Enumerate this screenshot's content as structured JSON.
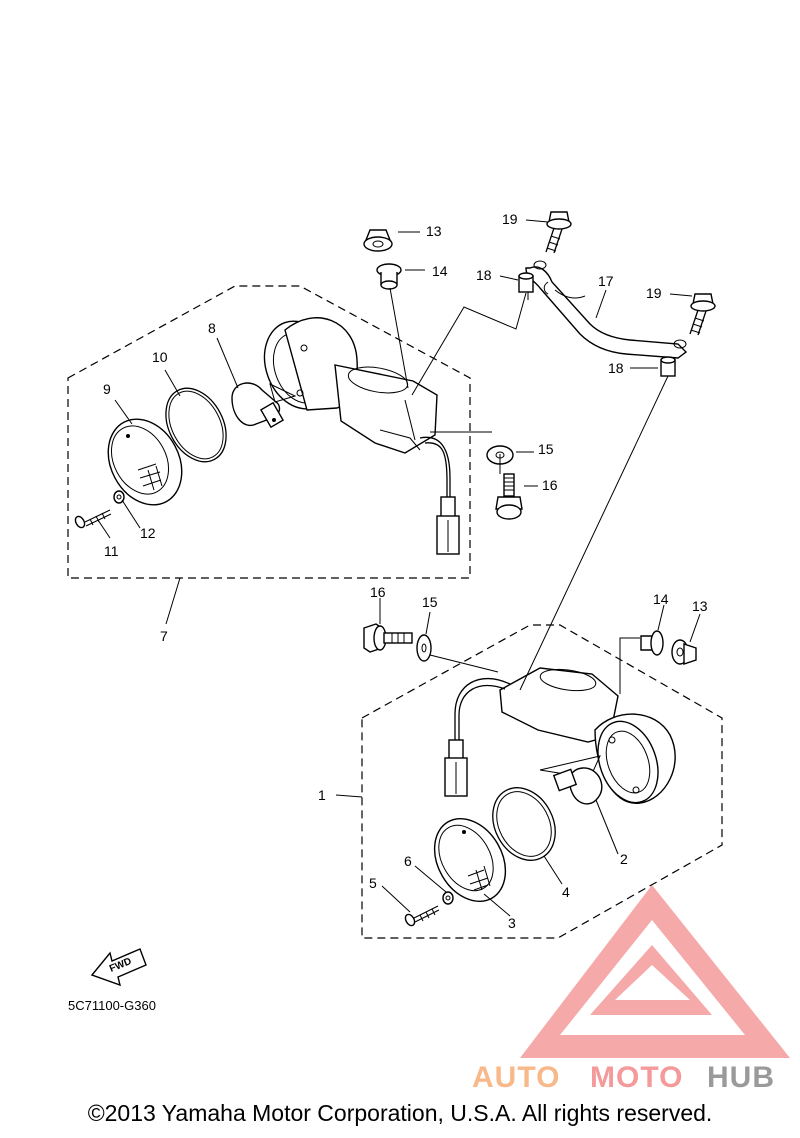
{
  "diagram": {
    "code": "5C71100-G360",
    "fwd_label": "FWD",
    "callouts": {
      "c1": "1",
      "c2": "2",
      "c3": "3",
      "c4": "4",
      "c5": "5",
      "c6": "6",
      "c7": "7",
      "c8": "8",
      "c9": "9",
      "c10": "10",
      "c11": "11",
      "c12": "12",
      "c13a": "13",
      "c13b": "13",
      "c14a": "14",
      "c14b": "14",
      "c15a": "15",
      "c15b": "15",
      "c16a": "16",
      "c16b": "16",
      "c17": "17",
      "c18a": "18",
      "c18b": "18",
      "c19a": "19",
      "c19b": "19"
    }
  },
  "watermark": {
    "part1": "AUTO",
    "part2": "MOTO",
    "part3": "HUB"
  },
  "copyright": "©2013 Yamaha Motor Corporation, U.S.A. All rights reserved."
}
